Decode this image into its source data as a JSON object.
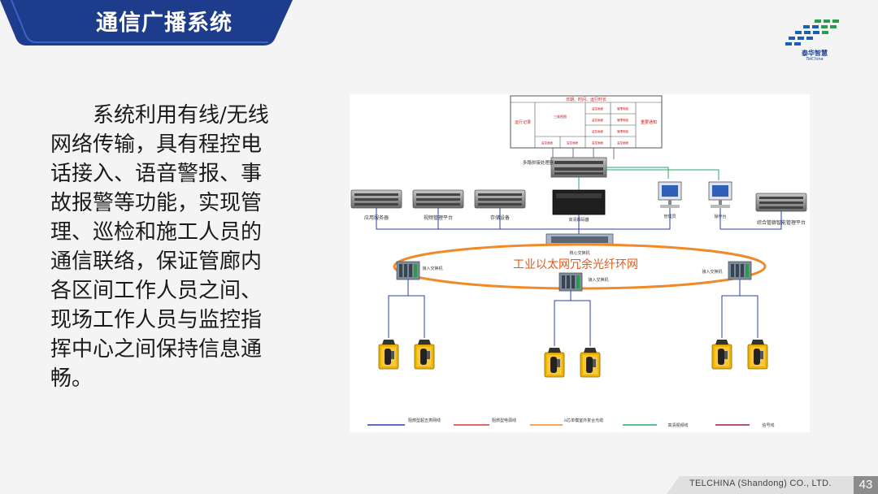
{
  "header": {
    "title": "通信广播系统"
  },
  "logo": {
    "name_cn": "泰华智慧",
    "name_en": "TelChina"
  },
  "body_text": "系统利用有线/无线网络传输，具有程控电话接入、语音警报、事故报警等功能，实现管理、巡检和施工人员的通信联络，保证管廊内各区间工作人员之间、现场工作人员与监控指挥中心之间保持信息通畅。",
  "diagram": {
    "wall": {
      "top_label": "日期、时间、运行时长",
      "left_label": "运行记录",
      "right_label": "重要通知",
      "big_cell": "三维视图",
      "monitor_cell": "监控画面",
      "mgmt_cell": "管理电脑"
    },
    "processor_label": "多路拼接处理器",
    "servers": [
      {
        "label": "应用服务器"
      },
      {
        "label": "视频管理平台"
      },
      {
        "label": "存储设备"
      },
      {
        "label": "高清解码器"
      },
      {
        "label": "管理员"
      },
      {
        "label": "操作台"
      },
      {
        "label": "综合管廊智能管理平台"
      }
    ],
    "core_switch_label": "核心交换机",
    "ring_label": "工业以太网冗余光纤环网",
    "access_switch_label": "接入交换机",
    "legend": [
      {
        "label": "阻燃型超五类网线",
        "color": "#2a3fb0"
      },
      {
        "label": "阻燃型电源线",
        "color": "#d43a3a"
      },
      {
        "label": "8芯单模室外复合光缆",
        "color": "#f08a28"
      },
      {
        "label": "高清视频线",
        "color": "#26a86a"
      },
      {
        "label": "信号线",
        "color": "#9b1d3a"
      }
    ]
  },
  "footer": {
    "company": "TELCHINA (Shandong) CO., LTD.",
    "page": "43"
  },
  "colors": {
    "banner": "#1e3c8c",
    "ring": "#f08a28",
    "ring_text": "#e05a1a",
    "wall_text": "#cc1111",
    "phone": "#f0b400"
  }
}
